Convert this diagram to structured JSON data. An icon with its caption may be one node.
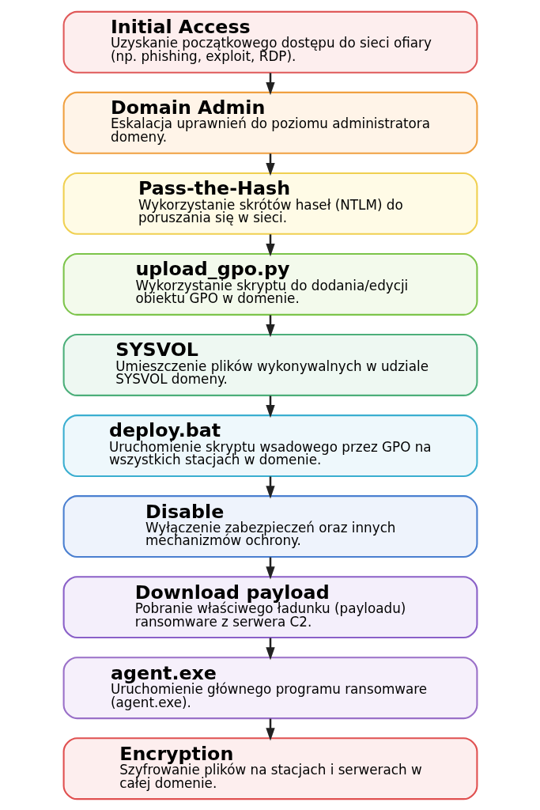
{
  "diagram": {
    "nodes": [
      {
        "text": [
          "Initial Access",
          "Uzyskanie początkowego dostępu do sieci ofiary (np. phishing, exploit, RDP)."
        ]
      },
      {
        "text": [
          "Domain Admin",
          "Eskalacja uprawnień do poziomu administratora domeny."
        ]
      },
      {
        "text": [
          "Pass-the-Hash",
          "Wykorzystanie skrótów haseł (NTLM) do poruszania się w sieci."
        ]
      },
      {
        "text": [
          "upload_gpo.py",
          "Wykorzystanie skryptu do dodania/edycji obiektu GPO w domenie."
        ]
      },
      {
        "text": [
          "SYSVOL",
          "Umieszczenie plików wykonywalnych w udziale SYSVOL domeny."
        ]
      },
      {
        "text": [
          "deploy.bat",
          "Uruchomienie skryptu wsadowego przez GPO na wszystkich stacjach w domenie."
        ]
      },
      {
        "text": [
          "Disable",
          "Wyłączenie zabezpieczeń oraz innych mechanizmów ochrony."
        ]
      },
      {
        "text": [
          "Download payload",
          "Pobranie właściwego ładunku (payloadu) ransomware z serwera C2."
        ]
      },
      {
        "text": [
          "agent.exe",
          "Uruchomienie głównego programu ransomware (agent.exe)."
        ]
      },
      {
        "text": [
          "Encryption",
          "Szyfrowanie plików na stacjach i serwerach w całej domenie."
        ]
      }
    ],
    "edges": [
      {
        "from": 0,
        "to": 1,
        "arrow": "to"
      },
      {
        "from": 1,
        "to": 2,
        "arrow": "to"
      },
      {
        "from": 2,
        "to": 3,
        "arrow": "to"
      },
      {
        "from": 3,
        "to": 4,
        "arrow": "to"
      },
      {
        "from": 4,
        "to": 5,
        "arrow": "to"
      },
      {
        "from": 5,
        "to": 6,
        "arrow": "to"
      },
      {
        "from": 6,
        "to": 7,
        "arrow": "to"
      },
      {
        "from": 7,
        "to": 8,
        "arrow": "to"
      },
      {
        "from": 8,
        "to": 9,
        "arrow": "to"
      }
    ]
  }
}
